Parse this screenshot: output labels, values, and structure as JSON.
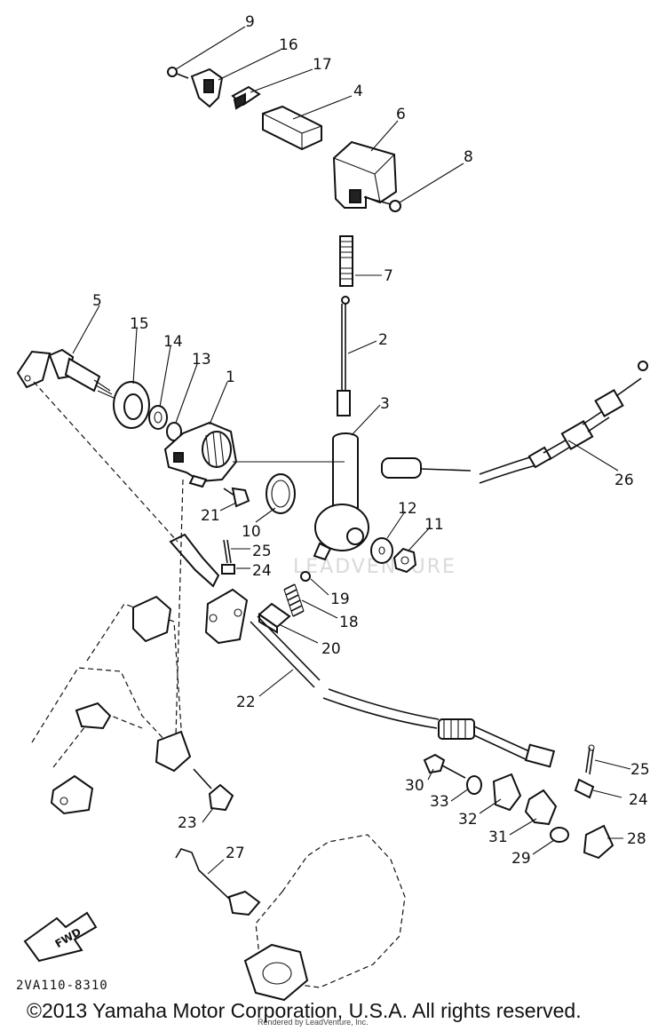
{
  "diagram": {
    "callouts": [
      {
        "id": "9",
        "text": "9"
      },
      {
        "id": "16",
        "text": "16"
      },
      {
        "id": "17",
        "text": "17"
      },
      {
        "id": "4",
        "text": "4"
      },
      {
        "id": "6",
        "text": "6"
      },
      {
        "id": "8",
        "text": "8"
      },
      {
        "id": "7",
        "text": "7"
      },
      {
        "id": "5",
        "text": "5"
      },
      {
        "id": "15",
        "text": "15"
      },
      {
        "id": "14",
        "text": "14"
      },
      {
        "id": "13",
        "text": "13"
      },
      {
        "id": "1",
        "text": "1"
      },
      {
        "id": "2",
        "text": "2"
      },
      {
        "id": "3",
        "text": "3"
      },
      {
        "id": "26",
        "text": "26"
      },
      {
        "id": "21",
        "text": "21"
      },
      {
        "id": "10",
        "text": "10"
      },
      {
        "id": "12",
        "text": "12"
      },
      {
        "id": "11",
        "text": "11"
      },
      {
        "id": "25a",
        "text": "25"
      },
      {
        "id": "24a",
        "text": "24"
      },
      {
        "id": "19",
        "text": "19"
      },
      {
        "id": "18",
        "text": "18"
      },
      {
        "id": "20",
        "text": "20"
      },
      {
        "id": "22",
        "text": "22"
      },
      {
        "id": "25b",
        "text": "25"
      },
      {
        "id": "30",
        "text": "30"
      },
      {
        "id": "24b",
        "text": "24"
      },
      {
        "id": "33",
        "text": "33"
      },
      {
        "id": "32",
        "text": "32"
      },
      {
        "id": "31",
        "text": "31"
      },
      {
        "id": "28",
        "text": "28"
      },
      {
        "id": "29",
        "text": "29"
      },
      {
        "id": "23",
        "text": "23"
      },
      {
        "id": "27",
        "text": "27"
      }
    ],
    "fwd_label": "FWD",
    "diagram_code": "2VA110-8310",
    "watermark": "LEADVENTURE",
    "render_note": "Rendered by LeadVenture, Inc.",
    "copyright": "©2013 Yamaha Motor Corporation, U.S.A. All rights reserved."
  }
}
